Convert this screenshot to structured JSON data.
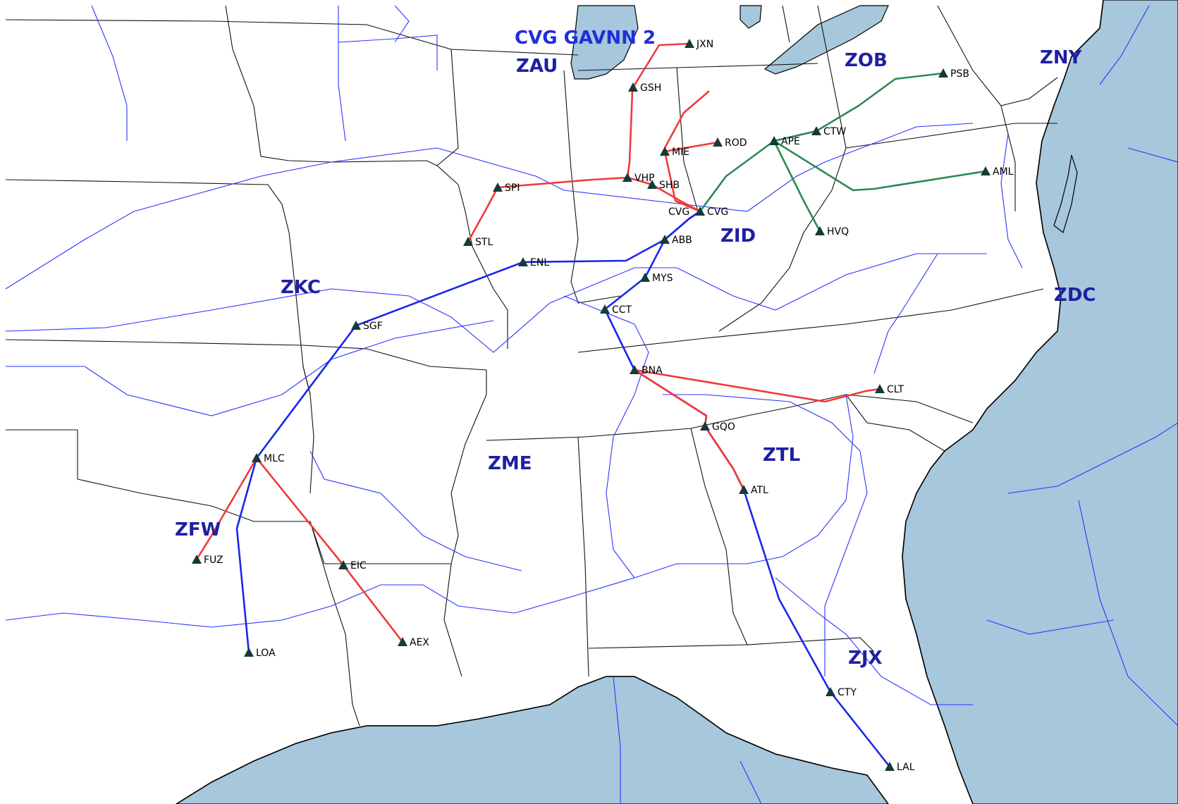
{
  "title": "CVG GAVNN 2",
  "colors": {
    "water": "#a7c7dc",
    "artcc": "#2a35ff",
    "blue": "#1a27e8",
    "red": "#f03a3a",
    "green": "#2a8a55",
    "navaid": "#153a38",
    "label": "#1f1fa3"
  },
  "centers": [
    {
      "id": "ZAU",
      "label": "ZAU"
    },
    {
      "id": "ZOB",
      "label": "ZOB"
    },
    {
      "id": "ZNY",
      "label": "ZNY"
    },
    {
      "id": "ZKC",
      "label": "ZKC"
    },
    {
      "id": "ZID",
      "label": "ZID"
    },
    {
      "id": "ZDC",
      "label": "ZDC"
    },
    {
      "id": "ZME",
      "label": "ZME"
    },
    {
      "id": "ZTL",
      "label": "ZTL"
    },
    {
      "id": "ZFW",
      "label": "ZFW"
    },
    {
      "id": "ZJX",
      "label": "ZJX"
    }
  ],
  "navaids": [
    "JXN",
    "GSH",
    "ROD",
    "MIE",
    "APE",
    "CTW",
    "PSB",
    "AML",
    "VHP",
    "SHB",
    "SPI",
    "CVG",
    "HVQ",
    "ABB",
    "STL",
    "ENL",
    "MYS",
    "CCT",
    "SGF",
    "BNA",
    "CLT",
    "GQO",
    "ATL",
    "MLC",
    "FUZ",
    "EIC",
    "AEX",
    "LOA",
    "CTY",
    "LAL"
  ],
  "cvg_label_left": "CVG",
  "routes": [
    {
      "name": "blue-route",
      "color": "blue",
      "via": [
        "LOA",
        "MLC",
        "SGF",
        "ENL",
        "ABB",
        "CVG"
      ]
    },
    {
      "name": "blue-route",
      "color": "blue",
      "via": [
        "CVG",
        "ABB",
        "MYS",
        "CCT",
        "BNA",
        "GQO",
        "ATL",
        "CTY",
        "LAL"
      ]
    },
    {
      "name": "red-route",
      "color": "red",
      "via": [
        "STL",
        "SPI",
        "VHP",
        "GSH",
        "JXN"
      ]
    },
    {
      "name": "red-route",
      "color": "red",
      "via": [
        "CVG",
        "SHB",
        "VHP"
      ]
    },
    {
      "name": "red-route",
      "color": "red",
      "via": [
        "CVG",
        "MIE",
        "ROD"
      ]
    },
    {
      "name": "red-route",
      "color": "red",
      "via": [
        "BNA",
        "CLT"
      ]
    },
    {
      "name": "red-route",
      "color": "red",
      "via": [
        "BNA",
        "GQO",
        "ATL"
      ]
    },
    {
      "name": "red-route",
      "color": "red",
      "via": [
        "FUZ",
        "MLC",
        "EIC",
        "AEX"
      ]
    },
    {
      "name": "green-route",
      "color": "green",
      "via": [
        "CVG",
        "APE",
        "CTW",
        "PSB"
      ]
    },
    {
      "name": "green-route",
      "color": "green",
      "via": [
        "APE",
        "AML"
      ]
    },
    {
      "name": "green-route",
      "color": "green",
      "via": [
        "APE",
        "HVQ"
      ]
    }
  ]
}
